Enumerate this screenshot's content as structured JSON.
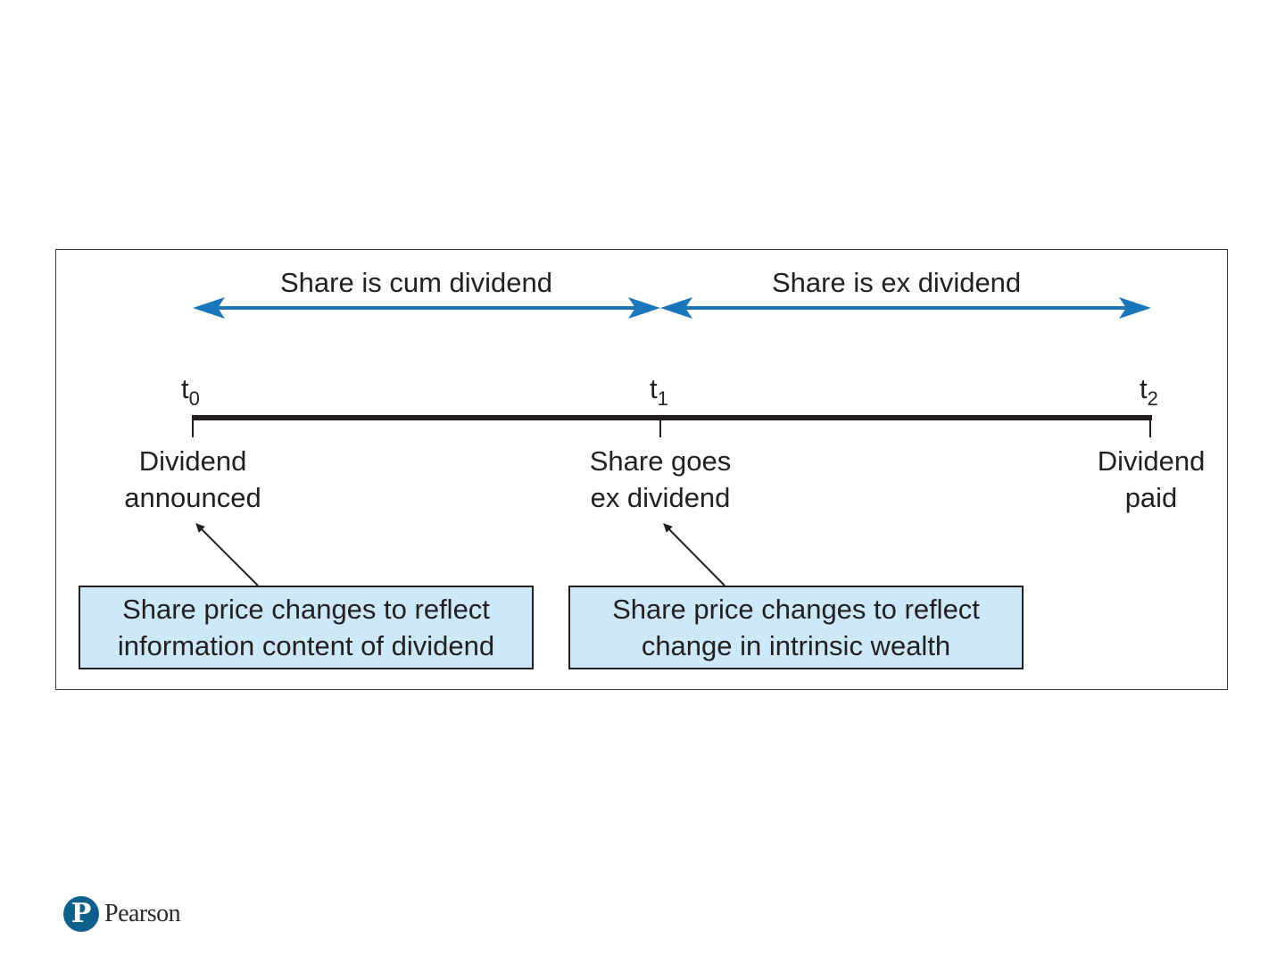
{
  "periods": {
    "cum": "Share is cum dividend",
    "ex": "Share is ex dividend"
  },
  "timeline": {
    "t0": {
      "base": "t",
      "sub": "0",
      "line1": "Dividend",
      "line2": "announced"
    },
    "t1": {
      "base": "t",
      "sub": "1",
      "line1": "Share goes",
      "line2": "ex dividend"
    },
    "t2": {
      "base": "t",
      "sub": "2",
      "line1": "Dividend",
      "line2": "paid"
    }
  },
  "notes": {
    "left": {
      "line1": "Share price changes to reflect",
      "line2": "information content of dividend"
    },
    "right": {
      "line1": "Share price changes to reflect",
      "line2": "change in intrinsic wealth"
    }
  },
  "colors": {
    "arrow": "#1a76bb",
    "box_fill": "#cde9f9",
    "line": "#231f20"
  },
  "logo": {
    "mark": "P",
    "text": "Pearson"
  }
}
